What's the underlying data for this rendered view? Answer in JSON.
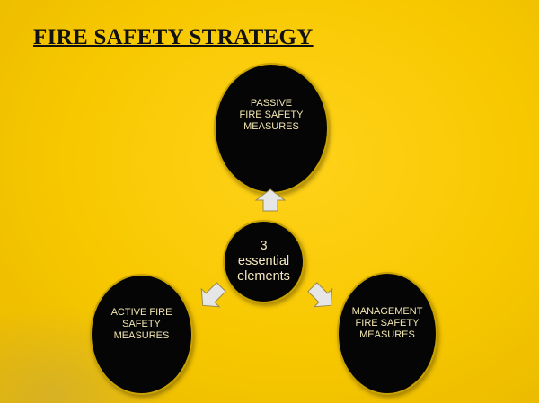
{
  "title": "FIRE SAFETY STRATEGY",
  "center": {
    "lines": [
      "3",
      "essential",
      "elements"
    ]
  },
  "nodes": {
    "passive": [
      "PASSIVE",
      "FIRE SAFETY",
      "MEASURES"
    ],
    "active": [
      "ACTIVE FIRE",
      "SAFETY",
      "MEASURES"
    ],
    "management": [
      "MANAGEMENT",
      "FIRE SAFETY",
      "MEASURES"
    ]
  },
  "colors": {
    "background": "#f7c800",
    "node": "#050505",
    "text": "#f2e6b0"
  }
}
